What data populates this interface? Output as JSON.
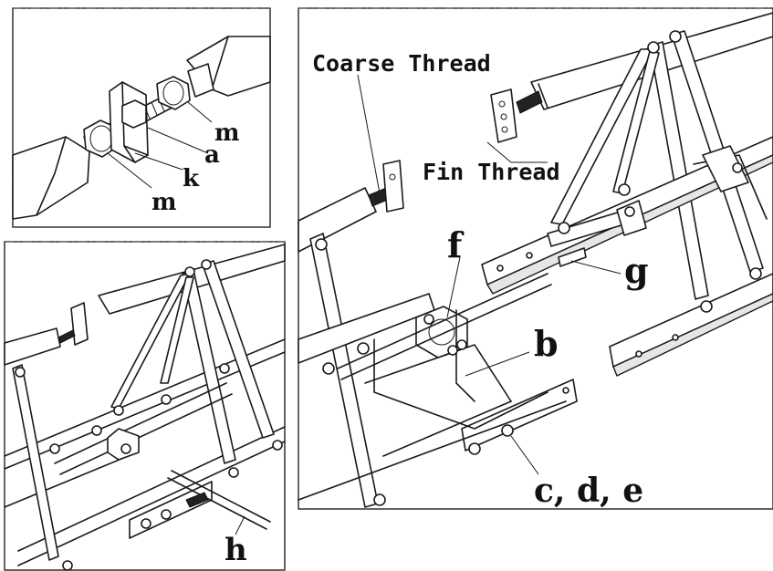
{
  "labels": {
    "coarse_thread": "Coarse Thread",
    "fin_thread": "Fin Thread",
    "a": "a",
    "k": "k",
    "m_top": "m",
    "m_bottom": "m",
    "f": "f",
    "g": "g",
    "b": "b",
    "cde": "c, d, e",
    "h": "h"
  },
  "panels": {
    "top_left": "detail-turnbuckle",
    "bottom_left": "overview-frame",
    "right": "detail-frame"
  }
}
